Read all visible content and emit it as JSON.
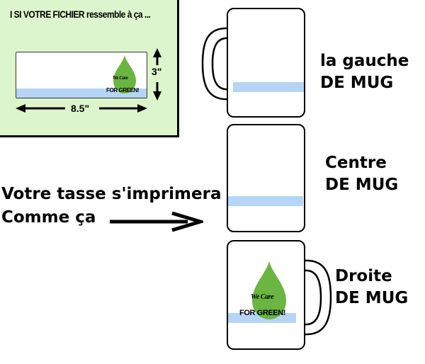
{
  "panel": {
    "title": "I SI VOTRE FICHIER ressemble à ça ...",
    "width_label": "8.5\"",
    "height_label": "3\""
  },
  "logo": {
    "line1": "We Care",
    "line2": "FOR GREEN!",
    "leaf_color": "#6bb543",
    "band_color": "#b6d5f6"
  },
  "instruction": {
    "line1": "Votre tasse s'imprimera",
    "line2": "Comme ça"
  },
  "mugs": {
    "left": {
      "line1": "la gauche",
      "line2": "DE MUG"
    },
    "center": {
      "line1": "Centre",
      "line2": "DE MUG"
    },
    "right": {
      "line1": "Droite",
      "line2": "DE MUG"
    }
  }
}
